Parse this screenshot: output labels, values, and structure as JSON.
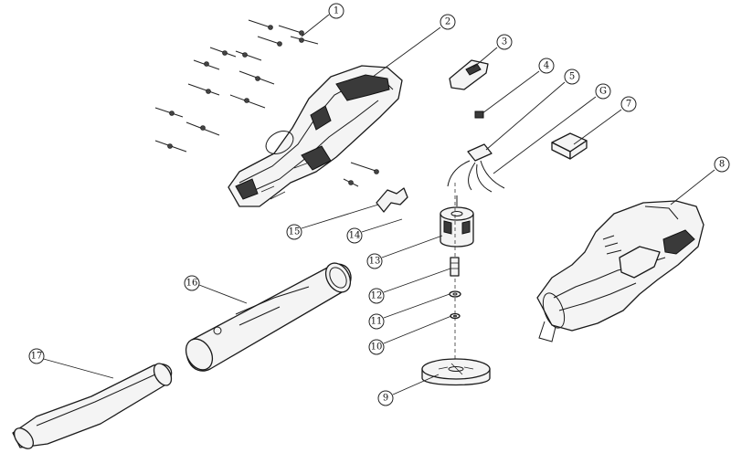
{
  "diagram": {
    "callouts": [
      {
        "label": "1"
      },
      {
        "label": "2"
      },
      {
        "label": "3"
      },
      {
        "label": "4"
      },
      {
        "label": "5"
      },
      {
        "label": "G"
      },
      {
        "label": "7"
      },
      {
        "label": "8"
      },
      {
        "label": "9"
      },
      {
        "label": "10"
      },
      {
        "label": "11"
      },
      {
        "label": "12"
      },
      {
        "label": "13"
      },
      {
        "label": "14"
      },
      {
        "label": "15"
      },
      {
        "label": "16"
      },
      {
        "label": "17"
      }
    ]
  }
}
